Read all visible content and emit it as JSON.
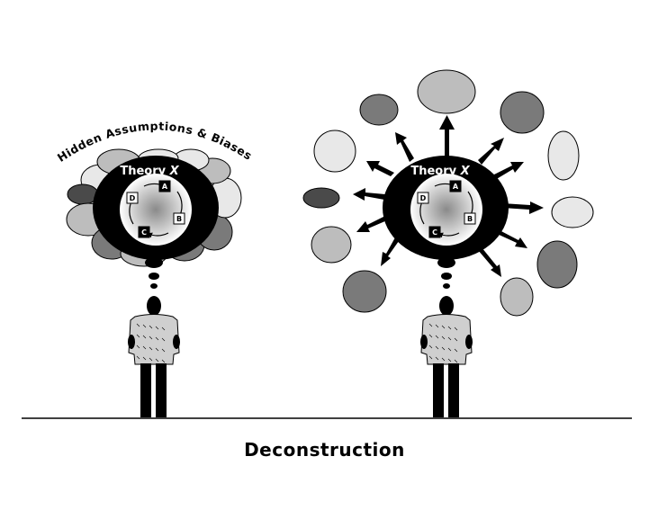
{
  "caption": "Deconstruction",
  "arc_label": "Hidden Assumptions & Biases",
  "theory": {
    "title_prefix": "Theory",
    "title_var": "X",
    "nodes": [
      "A",
      "B",
      "C",
      "D"
    ]
  },
  "colors": {
    "ink": "#000000",
    "bubble_light": "#e8e8e8",
    "bubble_mid": "#bdbdbd",
    "bubble_dark": "#7a7a7a",
    "bubble_darkest": "#4a4a4a",
    "sweater": "#cfcfcf"
  }
}
